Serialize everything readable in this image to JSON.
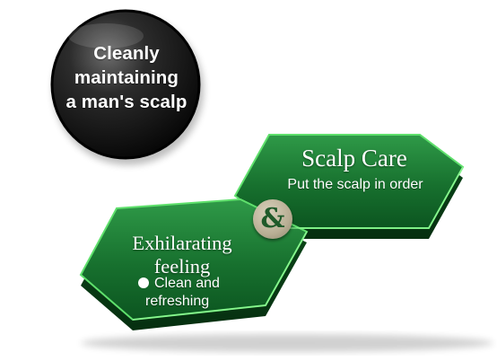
{
  "badge": {
    "lines": [
      "Cleanly",
      "maintaining",
      "a man's scalp"
    ]
  },
  "scalp_care": {
    "title": "Scalp Care",
    "subtitle": "Put the scalp in order"
  },
  "exhilarating": {
    "title_lines": [
      "Exhilarating",
      "feeling"
    ],
    "bullet_lines": [
      "Clean and",
      "refreshing"
    ]
  },
  "connector": {
    "symbol": "&"
  },
  "colors": {
    "hex_green": "#1f7a35",
    "hex_green_dark": "#0c4a1c",
    "hex_edge": "#6ee07a",
    "badge_black": "#111111",
    "connector_beige": "#c4bca2"
  }
}
